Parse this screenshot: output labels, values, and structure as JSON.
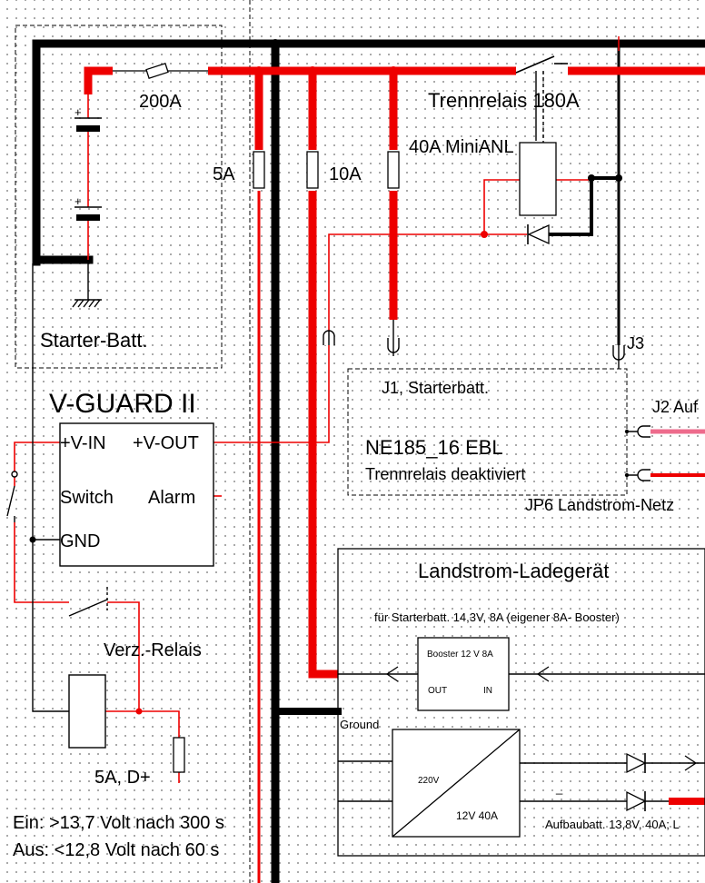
{
  "labels": {
    "fuse_main": "200A",
    "trennrelais": "Trennrelais 180A",
    "miniANL": "40A MiniANL",
    "fuse_5a": "5A",
    "fuse_10a": "10A",
    "starter_batt": "Starter-Batt.",
    "vguard_title": "V-GUARD II",
    "vin": "+V-IN",
    "vout": "+V-OUT",
    "switch": "Switch",
    "alarm": "Alarm",
    "gnd": "GND",
    "verz_relais": "Verz.-Relais",
    "fuse_d": "5A, D+",
    "ein": "Ein: >13,7 Volt nach 300 s",
    "aus": "Aus: <12,8 Volt nach 60 s",
    "j3": "J3",
    "j1": "J1, Starterbatt.",
    "ebl_title": "NE185_16 EBL",
    "ebl_sub": "Trennrelais deaktiviert",
    "j2": "J2 Auf",
    "jp6": "JP6 Landstrom-Netz",
    "charger_title": "Landstrom-Ladegerät",
    "charger_note": "für Starterbatt. 14,3V, 8A (eigener 8A- Booster)",
    "booster_title": "Booster 12 V 8A",
    "booster_out": "OUT",
    "booster_in": "IN",
    "ground": "Ground",
    "v220": "220V",
    "v12": "12V 40A",
    "minus": "_",
    "aufbau": "Aufbaubatt. 13,8V, 40A; L"
  },
  "colors": {
    "wire_red": "#ee0000",
    "wire_black": "#000000",
    "wire_pink": "#ee6b8c"
  }
}
